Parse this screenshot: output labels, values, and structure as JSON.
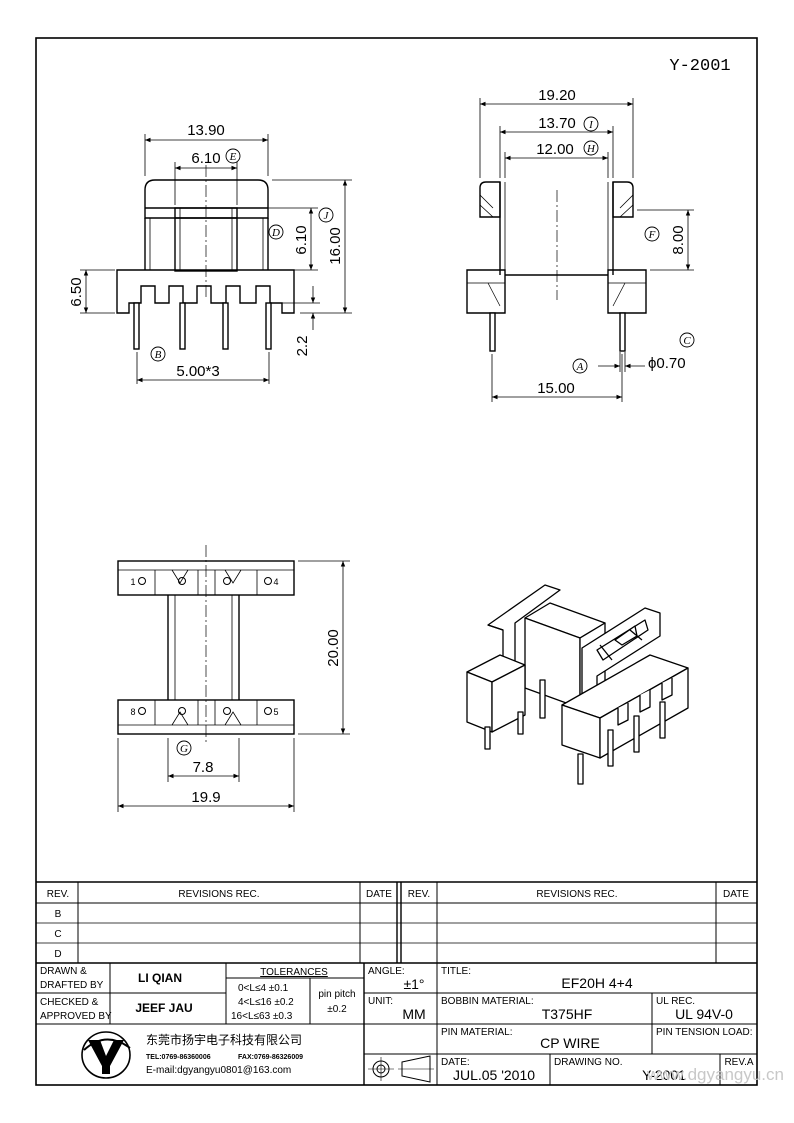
{
  "drawing_id": "Y-2001",
  "dims": {
    "w_13_90": "13.90",
    "w_6_10": "6.10",
    "h_6_10": "6.10",
    "h_16_00": "16.00",
    "h_6_50": "6.50",
    "h_2_2": "2.2",
    "pitch": "5.00*3",
    "w_19_20": "19.20",
    "w_13_70": "13.70",
    "w_12_00": "12.00",
    "h_8_00": "8.00",
    "pin_dia": "ϕ0.70",
    "w_15_00": "15.00",
    "h_20_00": "20.00",
    "w_7_8": "7.8",
    "w_19_9": "19.9"
  },
  "markers": {
    "A": "A",
    "B": "B",
    "C": "C",
    "D": "D",
    "E": "E",
    "F": "F",
    "G": "G",
    "H": "H",
    "I": "I",
    "J": "J"
  },
  "pins": {
    "p1": "1",
    "p4": "4",
    "p8": "8",
    "p5": "5"
  },
  "revisions": {
    "header_rev": "REV.",
    "header_rec": "REVISIONS   REC.",
    "header_date": "DATE",
    "rows": [
      "B",
      "C",
      "D"
    ]
  },
  "title_block": {
    "drawn_label": "DRAWN &\nDRAFTED BY",
    "drawn_line1": "DRAWN &",
    "drawn_line2": "DRAFTED BY",
    "drawn_by": "LI QIAN",
    "checked_line1": "CHECKED &",
    "checked_line2": "APPROVED BY",
    "checked_by": "JEEF JAU",
    "tolerances_label": "TOLERANCES",
    "tol1": "0<L≤4   ±0.1",
    "tol2": "4<L≤16  ±0.2",
    "tol3": "16<L≤63  ±0.3",
    "pin_pitch_label": "pin pitch",
    "pin_pitch_value": "±0.2",
    "angle_label": "ANGLE:",
    "angle_value": "±1°",
    "unit_label": "UNIT:",
    "unit_value": "MM",
    "title_label": "TITLE:",
    "title_value": "EF20H  4+4",
    "bobbin_label": "BOBBIN MATERIAL:",
    "bobbin_value": "T375HF",
    "ul_label": "UL REC.",
    "ul_value": "UL  94V-0",
    "pin_material_label": "PIN MATERIAL:",
    "pin_material_value": "CP WIRE",
    "pin_tension_label": "PIN TENSION LOAD:",
    "date_label": "DATE:",
    "date_value": "JUL.05  '2010",
    "drawing_no_label": "DRAWING NO.",
    "drawing_no_value": "Y-2001",
    "rev_label": "REV.A",
    "company_name": "东莞市扬宇电子科技有限公司",
    "tel": "TEL:0769-86360006",
    "fax": "FAX:0769-86326009",
    "email": "E-mail:dgyangyu0801@163.com",
    "watermark": "www.dgyangyu.cn"
  }
}
